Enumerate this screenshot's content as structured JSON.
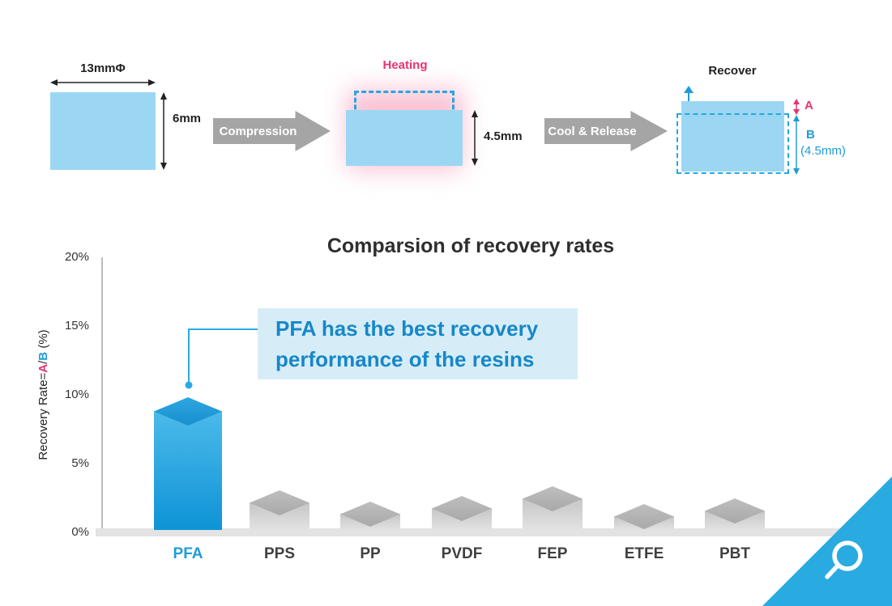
{
  "diagram": {
    "sample": {
      "width_label": "13mmΦ",
      "height_label": "6mm"
    },
    "compression_label": "Compression",
    "heating_label": "Heating",
    "heating_height_label": "4.5mm",
    "cool_label": "Cool & Release",
    "recover_label": "Recover",
    "a_label": "A",
    "b_label": "B",
    "b_sub_label": "(4.5mm)"
  },
  "chart": {
    "title": "Comparsion of recovery rates",
    "ylabel_prefix": "Recovery Rate=",
    "ylabel_a": "A",
    "ylabel_slash": "/",
    "ylabel_b": "B",
    "ylabel_suffix": " (%)",
    "callout_line1": "PFA has the best recovery",
    "callout_line2": "performance of the resins"
  },
  "chart_data": {
    "type": "bar",
    "title": "Comparsion of recovery rates",
    "categories": [
      "PFA",
      "PPS",
      "PP",
      "PVDF",
      "FEP",
      "ETFE",
      "PBT"
    ],
    "values": [
      8.7,
      2.0,
      1.2,
      1.6,
      2.3,
      1.0,
      1.4
    ],
    "ylabel": "Recovery Rate=A/B (%)",
    "xlabel": "",
    "ylim": [
      0,
      20
    ],
    "yticks": [
      {
        "label": "0%",
        "value": 0
      },
      {
        "label": "5%",
        "value": 5
      },
      {
        "label": "10%",
        "value": 10
      },
      {
        "label": "15%",
        "value": 15
      },
      {
        "label": "20%",
        "value": 20
      }
    ],
    "grid": false,
    "legend": false,
    "highlight": "PFA",
    "highlight_color": "#1E9CD8",
    "bar_color": "#C3C3C3",
    "annotation": "PFA has the best recovery performance of the resins"
  },
  "colors": {
    "accent_blue": "#29ABE2",
    "pink": "#E8336E",
    "light_blue_fill": "#9BD7F3",
    "arrow_gray": "#A5A5A5",
    "callout_bg": "#D6EDF8"
  },
  "icons": {
    "zoom_corner": "magnifier-icon"
  }
}
